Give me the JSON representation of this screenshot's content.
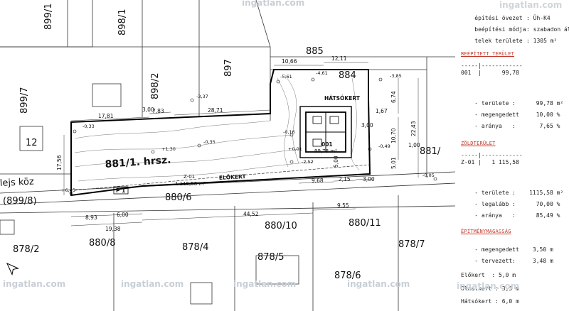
{
  "plan": {
    "parcels": {
      "p899_1": "899/1",
      "p898_1": "898/1",
      "p899_7": "899/7",
      "p898_2": "898/2",
      "p897": "897",
      "p885": "885",
      "p884": "884",
      "p12": "12",
      "p881_1": "881/1. hrsz.",
      "p881": "881/",
      "p880_6": "880/6",
      "p880_8": "880/8",
      "p880_10": "880/10",
      "p880_11": "880/11",
      "p878_2": "878/2",
      "p878_4": "878/4",
      "p878_5": "878/5",
      "p878_6": "878/6",
      "p878_7": "878/7",
      "p899_8": "(899/8)",
      "street": "lejs köz"
    },
    "labels": {
      "hatsokert": "HÁTSÓKERT",
      "elokert": "ELŐKERT",
      "zone_code": "Z-01",
      "zone_area": "1 115,58 m²",
      "building_code": "001",
      "building_area": "99,78 m²",
      "parking": "P 1"
    },
    "dims": {
      "d1781": "17,81",
      "d783": "7,83",
      "d2871": "28,71",
      "d1066": "10,66",
      "d1211": "12,11",
      "d1756": "17,56",
      "d893": "8,93",
      "d600": "6,00",
      "d1938": "19,38",
      "d4452": "44,52",
      "d955": "9,55",
      "d968": "9,68",
      "d215": "2,15",
      "d300a": "3,00",
      "d300b": "3,00",
      "d300c": "3,00",
      "d674": "6,74",
      "d1070": "10,70",
      "d2243": "22,43",
      "d501": "5,01",
      "d500": "5,00",
      "d167": "1,67",
      "d100": "1,00"
    },
    "elevations": {
      "e_561": "-5,61",
      "e_461": "-4,61",
      "e_385": "-3,85",
      "e_337": "-3,37",
      "e_033": "-0,33",
      "e130": "+1,30",
      "e_035": "-0,35",
      "e_049": "-0,49",
      "e_005": "-0,05",
      "e645": "+6,45",
      "e_016": "-0,16",
      "e_252": "-2,52",
      "e001": "+0,01"
    },
    "watermarks": [
      "ingatlan.com",
      "ingatlan.com",
      "ingatlan.com",
      "ingatlan.com",
      "ingatlan.com"
    ]
  },
  "panel": {
    "rows": [
      {
        "k": "építési övezet",
        "v": ": Üh-K4"
      },
      {
        "k": "beépítési módja",
        "v": ": szabadon álló"
      },
      {
        "k": "telek területe",
        "v": ": 1305 m²"
      }
    ],
    "beepitett": {
      "title": "BEÉPÍTETT TERÜLET",
      "sep": "-----|------------",
      "row": "001  |      99,78",
      "items": [
        {
          "k": "- területe",
          "v": ":      99,78 m²"
        },
        {
          "k": "- megengedett",
          "v": ":      10,00 %"
        },
        {
          "k": "- aránya",
          "v": ":       7,65 %"
        }
      ]
    },
    "zold": {
      "title": "ZÖLDTERÜLET",
      "sep": "-----|------------",
      "row": "Z-01 |   1 115,58",
      "items": [
        {
          "k": "- területe",
          "v": ":    1115,58 m²"
        },
        {
          "k": "- legalább",
          "v": ":      70,00 %"
        },
        {
          "k": "- aránya",
          "v": ":      85,49 %"
        }
      ]
    },
    "magassag": {
      "title": "ÉPÍTMÉNYMAGASSÁG",
      "items": [
        {
          "k": "- megengedett",
          "v": ":     3,50 m"
        },
        {
          "k": "- tervezett",
          "v": ":     3,48 m"
        }
      ]
    },
    "kertek": [
      "Előkert  : 5,0 m",
      "Oldalkert : 3,5 m",
      "Hátsókert : 6,0 m"
    ],
    "watermarks": [
      "ingatlan.com",
      "ingatlan.com"
    ]
  }
}
